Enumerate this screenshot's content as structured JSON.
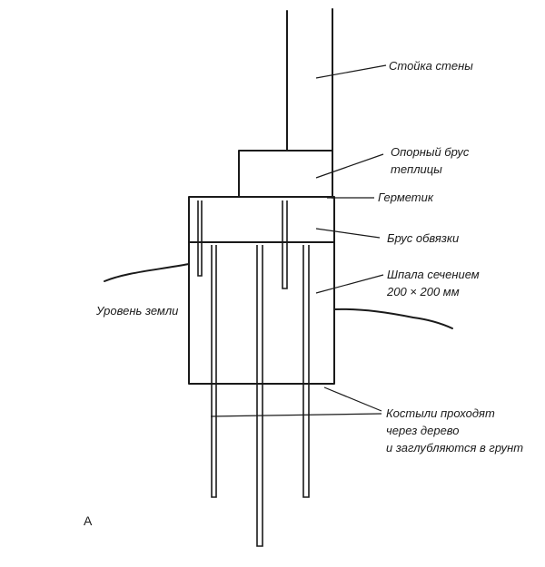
{
  "labels": {
    "wall_post": "Стойка стены",
    "support_beam_line1": "Опорный брус",
    "support_beam_line2": "теплицы",
    "sealant": "Герметик",
    "strapping_beam": "Брус обвязки",
    "sleeper_line1": "Шпала сечением",
    "sleeper_line2": "200 × 200 мм",
    "ground_level": "Уровень земли",
    "spikes_line1": "Костыли проходят",
    "spikes_line2": "через дерево",
    "spikes_line3": "и заглубляются в грунт"
  },
  "figure_letter": "А",
  "colors": {
    "ink": "#1a1a1a",
    "paper": "#ffffff"
  }
}
